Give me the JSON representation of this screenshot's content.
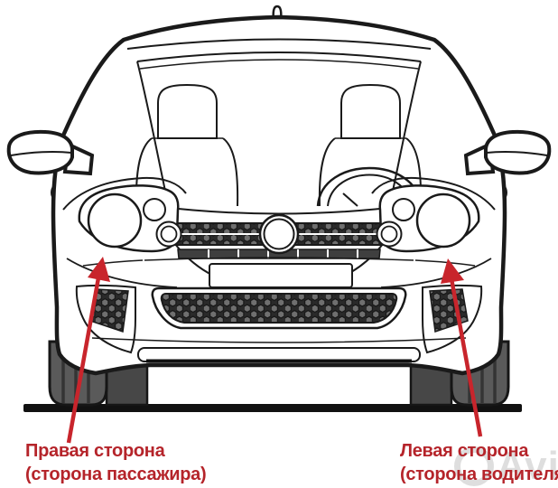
{
  "page": {
    "background": "#ffffff"
  },
  "diagram": {
    "subject": "car-front-view-line-drawing",
    "line_color": "#1a1a1a",
    "tire_color": "#5a5a5a",
    "mesh_color": "#6f6f6f",
    "ground_color": "#111111"
  },
  "annotations": {
    "color": "#B5242A",
    "arrow_color": "#C8252C",
    "left": {
      "line1": "Правая сторона",
      "line2": "(сторона пассажира)"
    },
    "right": {
      "line1": "Левая сторона",
      "line2": "(сторона водителя)"
    }
  },
  "watermark": {
    "text": "Avito"
  }
}
